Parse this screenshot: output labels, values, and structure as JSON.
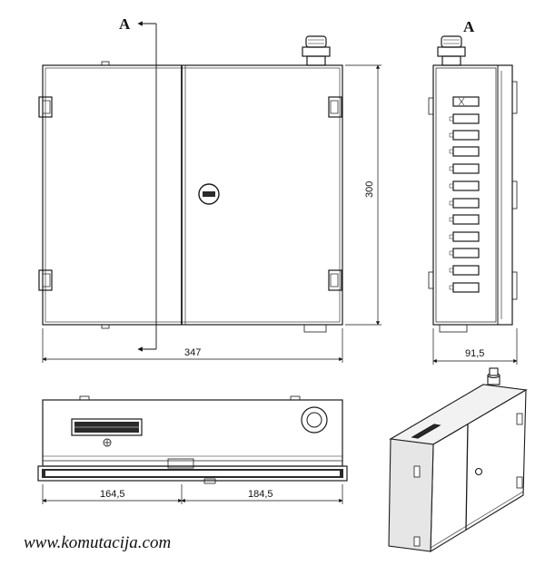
{
  "section_marker": "A",
  "dimensions": {
    "front_width": "347",
    "front_height": "300",
    "side_depth": "91,5",
    "bottom_left": "164,5",
    "bottom_right": "184,5"
  },
  "footer": {
    "website": "www.komutacija.com"
  },
  "colors": {
    "line": "#1a1a1a",
    "panel_fill": "#ffffff",
    "shade": "#d8d8d8",
    "dark": "#2a2a2a"
  }
}
